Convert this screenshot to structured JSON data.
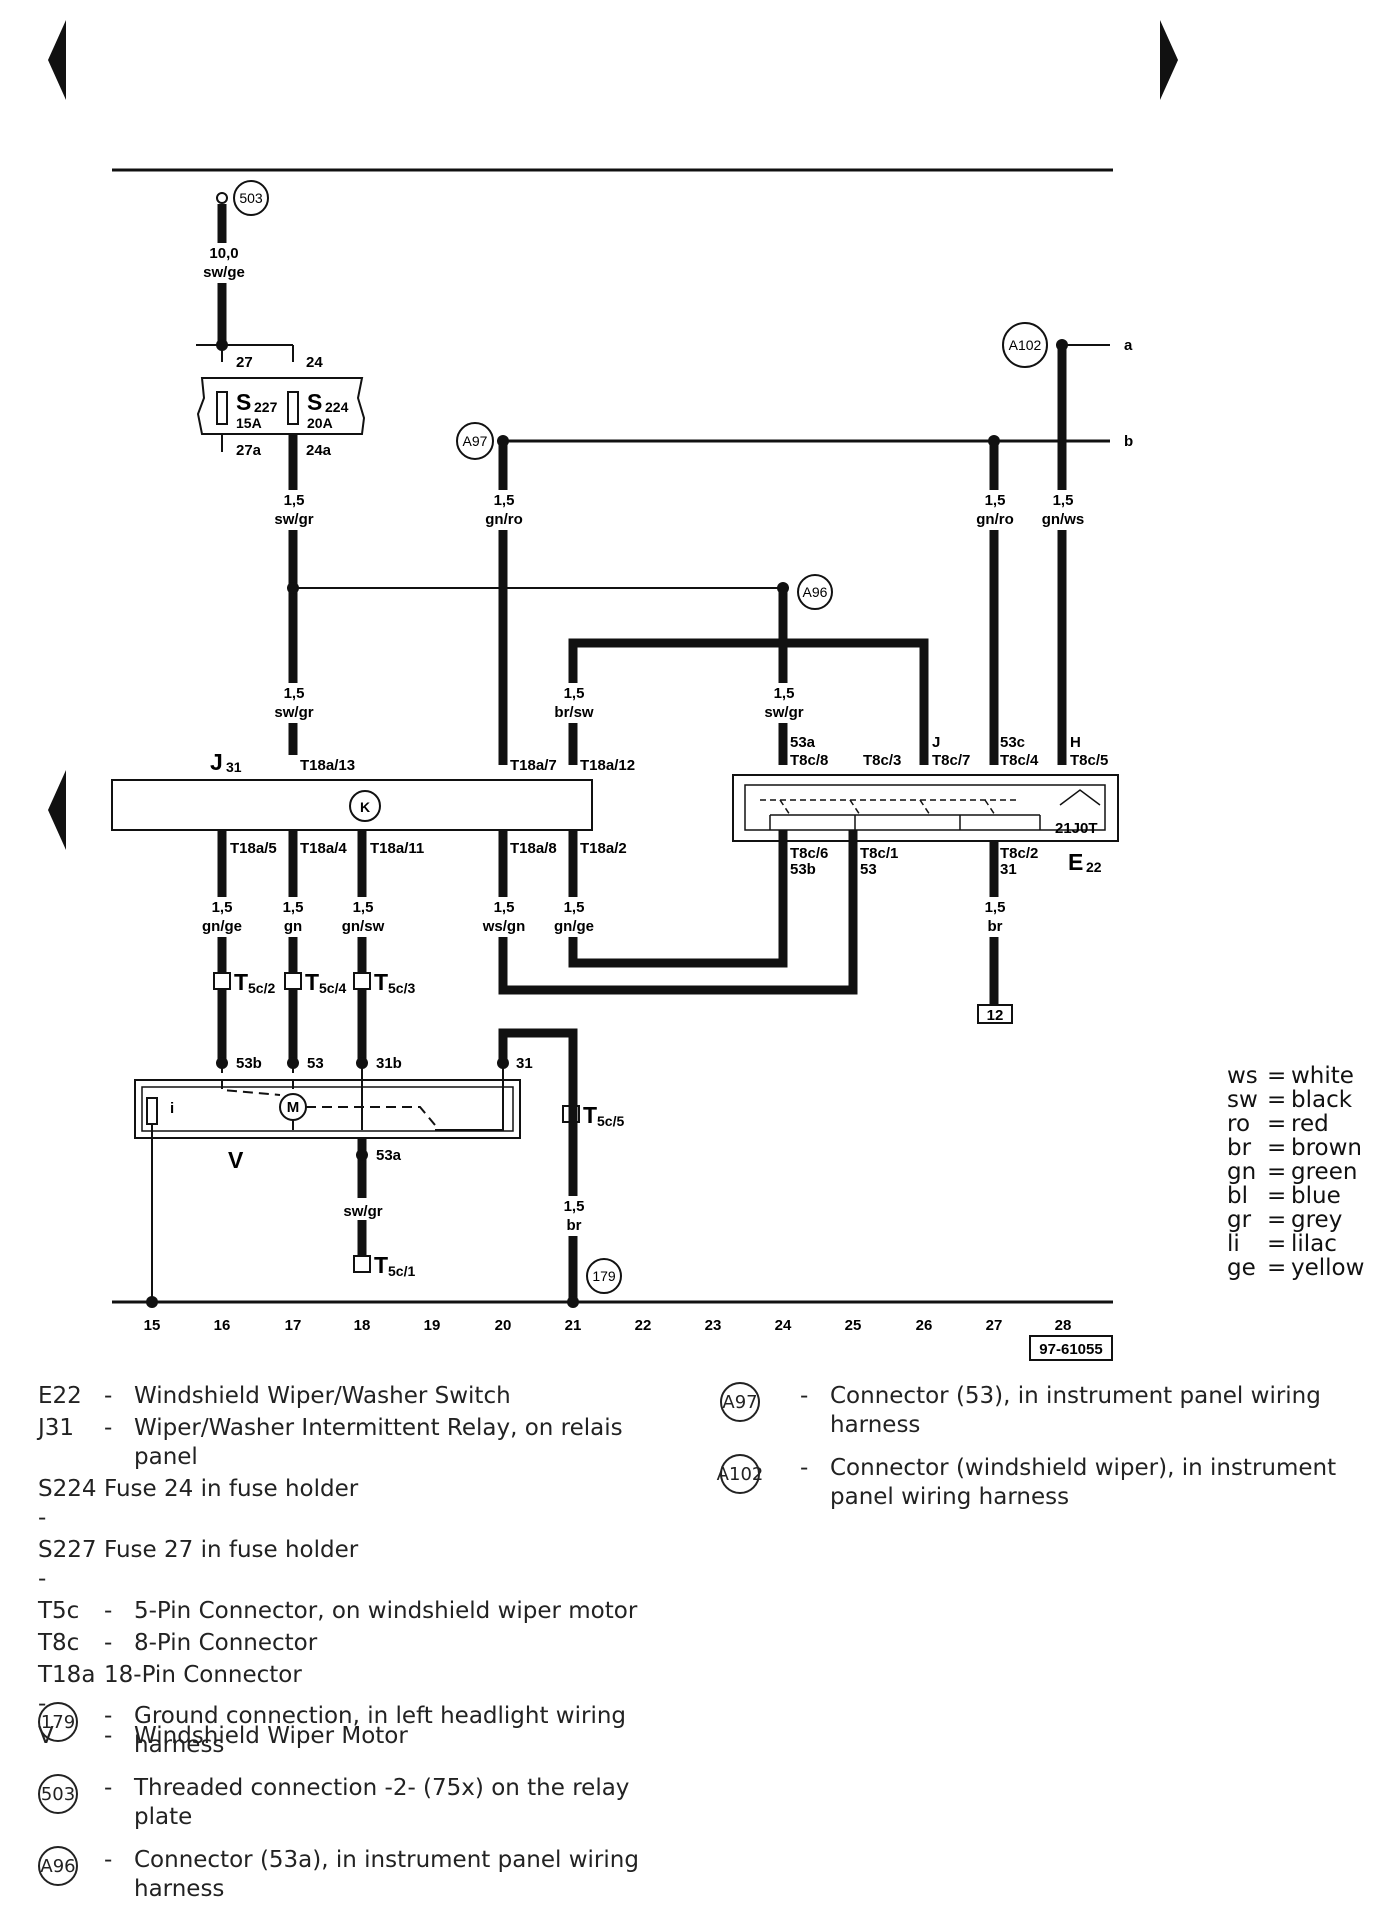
{
  "diagram_code": "97-61055",
  "components": {
    "J31": {
      "main": "J",
      "sub": "31"
    },
    "E22": {
      "main": "E",
      "sub": "22"
    },
    "V": "V",
    "S227": {
      "main": "S",
      "sub": "227",
      "rating": "15A"
    },
    "S224": {
      "main": "S",
      "sub": "224",
      "rating": "20A"
    },
    "relay_code": "21J0T",
    "motor_symbol": "M",
    "fuse_symbol": "i",
    "relay_symbol": "K"
  },
  "connectors_circled": {
    "c503": "503",
    "cA102": "A102",
    "cA97": "A97",
    "cA96": "A96",
    "c179": "179",
    "ref12": "12"
  },
  "wires": {
    "w_main": {
      "size": "10,0",
      "color": "sw/ge"
    },
    "w_s224": {
      "size": "1,5",
      "color": "sw/gr"
    },
    "w_a97": {
      "size": "1,5",
      "color": "gn/ro"
    },
    "w_e22_53c": {
      "size": "1,5",
      "color": "gn/ro"
    },
    "w_e22_h": {
      "size": "1,5",
      "color": "gn/ws"
    },
    "w_t18a13": {
      "size": "1,5",
      "color": "sw/gr"
    },
    "w_brsw": {
      "size": "1,5",
      "color": "br/sw"
    },
    "w_a96": {
      "size": "1,5",
      "color": "sw/gr"
    },
    "w_t18a5": {
      "size": "1,5",
      "color": "gn/ge"
    },
    "w_t18a4": {
      "size": "1,5",
      "color": "gn"
    },
    "w_t18a11": {
      "size": "1,5",
      "color": "gn/sw"
    },
    "w_t18a8": {
      "size": "1,5",
      "color": "ws/gn"
    },
    "w_t18a2": {
      "size": "1,5",
      "color": "gn/ge"
    },
    "w_t8c2": {
      "size": "1,5",
      "color": "br"
    },
    "w_53a": {
      "size": "",
      "color": "sw/gr"
    },
    "w_31": {
      "size": "1,5",
      "color": "br"
    }
  },
  "pins": {
    "p27": "27",
    "p24": "24",
    "p27a": "27a",
    "p24a": "24a",
    "t18a13": "T18a/13",
    "t18a7": "T18a/7",
    "t18a12": "T18a/12",
    "t18a5": "T18a/5",
    "t18a4": "T18a/4",
    "t18a11": "T18a/11",
    "t18a8": "T18a/8",
    "t18a2": "T18a/2",
    "t8c8_top": "53a",
    "t8c8": "T8c/8",
    "t8c3": "T8c/3",
    "t8c7_top": "J",
    "t8c7": "T8c/7",
    "t8c4_top": "53c",
    "t8c4": "T8c/4",
    "t8c5_top": "H",
    "t8c5": "T8c/5",
    "t8c6": "T8c/6",
    "t8c6_b": "53b",
    "t8c1": "T8c/1",
    "t8c1_b": "53",
    "t8c2": "T8c/2",
    "t8c2_b": "31",
    "v53b": "53b",
    "v53": "53",
    "v31b": "31b",
    "v31": "31",
    "v53a": "53a",
    "line_a": "a",
    "line_b": "b"
  },
  "t5c": {
    "t5c2": {
      "main": "T",
      "sub": "5c/2"
    },
    "t5c4": {
      "main": "T",
      "sub": "5c/4"
    },
    "t5c3": {
      "main": "T",
      "sub": "5c/3"
    },
    "t5c5": {
      "main": "T",
      "sub": "5c/5"
    },
    "t5c1": {
      "main": "T",
      "sub": "5c/1"
    }
  },
  "track_numbers": [
    "15",
    "16",
    "17",
    "18",
    "19",
    "20",
    "21",
    "22",
    "23",
    "24",
    "25",
    "26",
    "27",
    "28"
  ],
  "color_legend": [
    {
      "abbr": "ws",
      "name": "white"
    },
    {
      "abbr": "sw",
      "name": "black"
    },
    {
      "abbr": "ro",
      "name": "red"
    },
    {
      "abbr": "br",
      "name": "brown"
    },
    {
      "abbr": "gn",
      "name": "green"
    },
    {
      "abbr": "bl",
      "name": "blue"
    },
    {
      "abbr": "gr",
      "name": "grey"
    },
    {
      "abbr": "li",
      "name": "lilac"
    },
    {
      "abbr": "ge",
      "name": "yellow"
    }
  ],
  "legend_left": [
    {
      "code": "E22",
      "text": "Windshield Wiper/Washer Switch"
    },
    {
      "code": "J31",
      "text": "Wiper/Washer Intermittent Relay, on relais panel"
    },
    {
      "code": "S224 -",
      "text": "Fuse 24 in fuse holder"
    },
    {
      "code": "S227 -",
      "text": "Fuse 27 in fuse holder"
    },
    {
      "code": "T5c",
      "text": "5-Pin Connector, on windshield wiper motor"
    },
    {
      "code": "T8c",
      "text": "8-Pin Connector"
    },
    {
      "code": "T18a -",
      "text": "18-Pin Connector"
    },
    {
      "code": "V",
      "text": "Windshield Wiper Motor"
    }
  ],
  "legend_circled": [
    {
      "code": "179",
      "text": "Ground connection, in left headlight wiring harness"
    },
    {
      "code": "503",
      "text": "Threaded connection -2- (75x) on the relay plate"
    },
    {
      "code": "A96",
      "text": "Connector (53a), in instrument panel wiring harness"
    }
  ],
  "legend_right": [
    {
      "code": "A97",
      "text": "Connector (53), in instrument panel wiring harness"
    },
    {
      "code": "A102",
      "text": "Connector (windshield wiper), in instrument panel wiring harness"
    }
  ],
  "dash": "-",
  "nav": {
    "prev": "previous-page",
    "next": "next-page"
  }
}
